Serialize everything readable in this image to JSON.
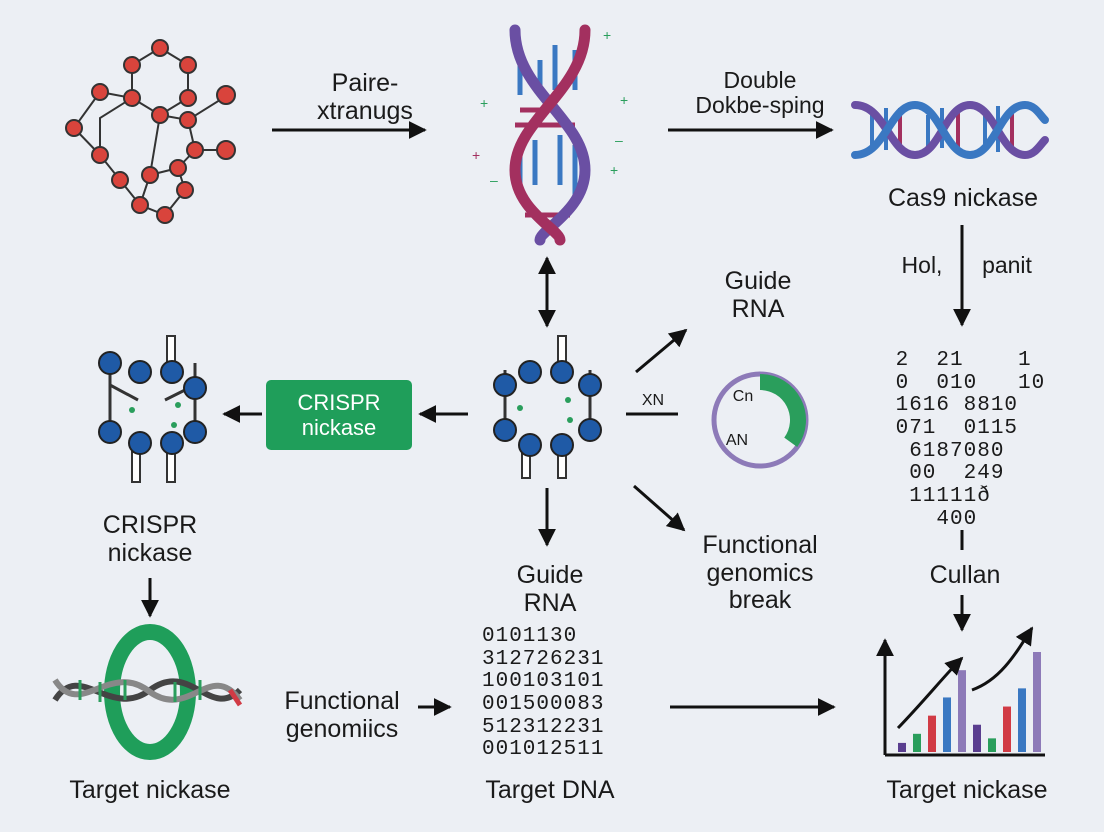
{
  "colors": {
    "background": "#eceff4",
    "arrow": "#111111",
    "atom_red": "#d9443c",
    "atom_blue": "#1f5aa6",
    "strand_purple": "#6a4fa3",
    "strand_magenta": "#a3305f",
    "rung_blue": "#3a78c2",
    "box_green": "#1f9e5a",
    "bar_palette": [
      "#5a3e8f",
      "#2a9e5c",
      "#d13b45",
      "#3a78c2",
      "#8d7ab8"
    ]
  },
  "icons": {
    "molecule_top_left": "hexagon-molecule-icon",
    "dna_center_top": "double-helix-icon",
    "dna_top_right": "horizontal-helix-icon",
    "molecule_left_mid": "blue-molecule-icon",
    "molecule_center_mid": "blue-molecule-icon",
    "ring_chart": "ring-gauge-icon",
    "dna_bottom_left": "dna-ring-icon",
    "bar_chart": "bar-chart-icon"
  },
  "labels": {
    "paired_strands": "Paire-\nxtranugs",
    "double_spring": "Double\nDokbe-sping",
    "cas9_nickase": "Cas9 nickase",
    "hol": "Hol,",
    "panit": "panit",
    "guide_rna_right": "Guide\nRNA",
    "crispr_box": "CRISPR\nnickase",
    "crispr_nickase_left": "CRISPR\nnickase",
    "xn": "XN",
    "ring_cn": "Cn",
    "ring_an": "AN",
    "functional_genomics_break": "Functional\ngenomics\nbreak",
    "guide_rna_center": "Guide\nRNA",
    "cullan": "Cullan",
    "functional_genomics_left": "Functional\ngenomiics",
    "target_nickase_left": "Target nickase",
    "target_dna": "Target DNA",
    "target_nickase_right": "Target nickase"
  },
  "sequences": {
    "center": "0101130\n312726231\n100103101\n001500083\n512312231\n001012511",
    "right": " 2  21    1\n 0  010   10\n 1616 8810\n 071  0115\n  6187080\n  00  249\n  11111ð\n    400"
  },
  "bar_chart": {
    "values": [
      1,
      2,
      4,
      6,
      9,
      3,
      1.5,
      5,
      7,
      11
    ]
  },
  "ring_chart": {
    "fraction": 0.35
  }
}
